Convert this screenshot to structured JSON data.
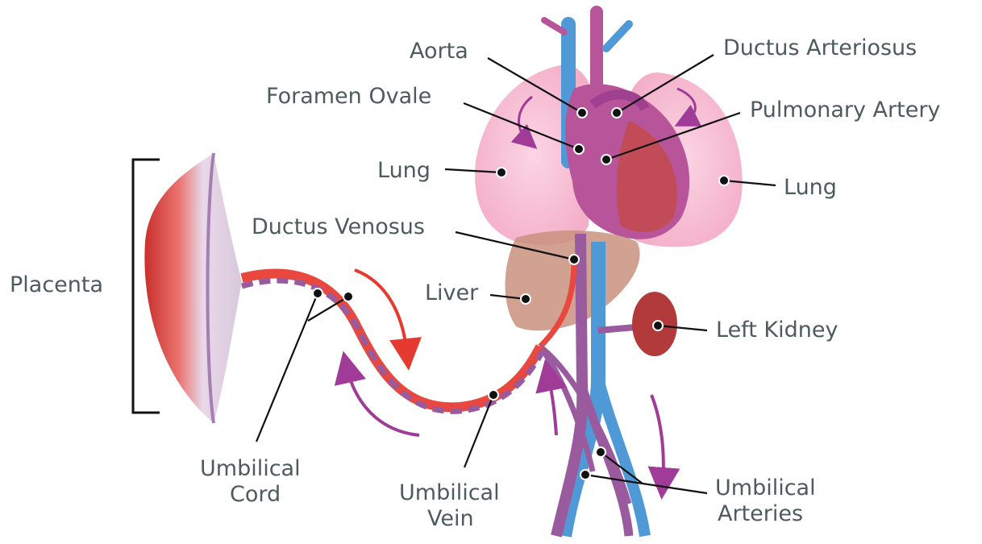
{
  "diagram": {
    "labels": {
      "aorta": "Aorta",
      "ductus_arteriosus": "Ductus Arteriosus",
      "foramen_ovale": "Foramen Ovale",
      "pulmonary_artery": "Pulmonary Artery",
      "lung_left": "Lung",
      "lung_right": "Lung",
      "ductus_venosus": "Ductus Venosus",
      "placenta": "Placenta",
      "liver": "Liver",
      "left_kidney": "Left Kidney",
      "umbilical_cord_line1": "Umbilical",
      "umbilical_cord_line2": "Cord",
      "umbilical_vein_line1": "Umbilical",
      "umbilical_vein_line2": "Vein",
      "umbilical_arteries_line1": "Umbilical",
      "umbilical_arteries_line2": "Arteries"
    },
    "colors": {
      "lung": "#f7b8cf",
      "heart": "#b8549a",
      "oxygenated_vessel": "#e8483e",
      "deoxygenated_vessel": "#4f9ad6",
      "mixed_vessel": "#9a5a9e",
      "liver": "#c9907f",
      "kidney": "#b23a3a",
      "arrow_red": "#e53a2f",
      "arrow_purple": "#a03c98",
      "label_text": "#4d5a5e"
    }
  }
}
